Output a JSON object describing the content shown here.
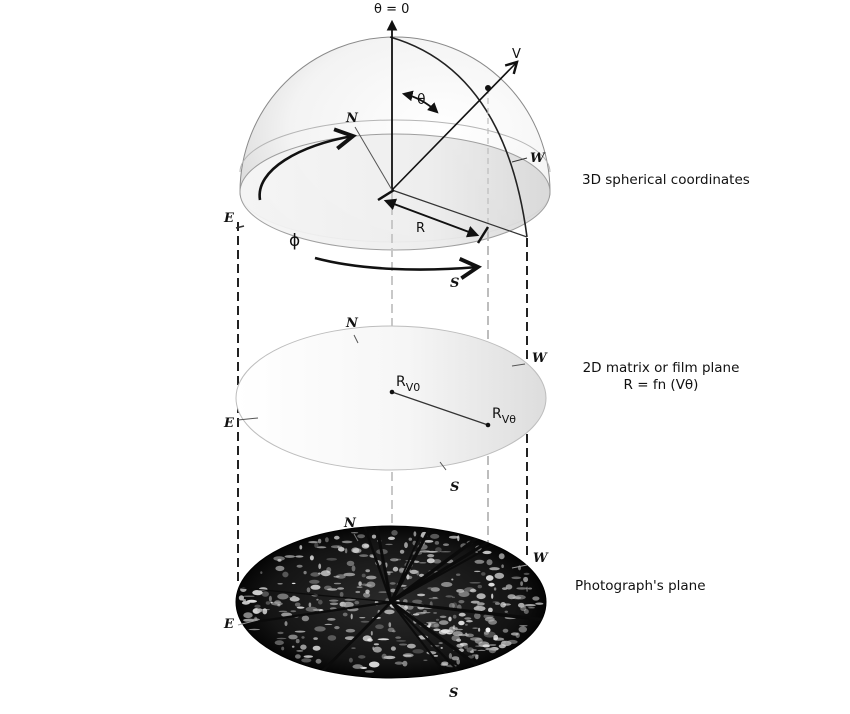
{
  "diagram": {
    "top_axis_label": "θ = 0",
    "vector_label": "V",
    "theta_label": "θ",
    "phi_label": "ϕ",
    "radius_label": "R",
    "rv0_base": "R",
    "rv0_sub": "V0",
    "rvtheta_base": "R",
    "rvtheta_sub": "Vθ",
    "directions": {
      "north": "N",
      "south": "S",
      "east": "E",
      "west": "W"
    }
  },
  "layers": [
    {
      "id": "sphere",
      "label": "3D spherical coordinates"
    },
    {
      "id": "film",
      "label": "2D matrix or film plane",
      "sublabel": "R = fn (Vθ)"
    },
    {
      "id": "photo",
      "label": "Photograph's plane"
    }
  ]
}
